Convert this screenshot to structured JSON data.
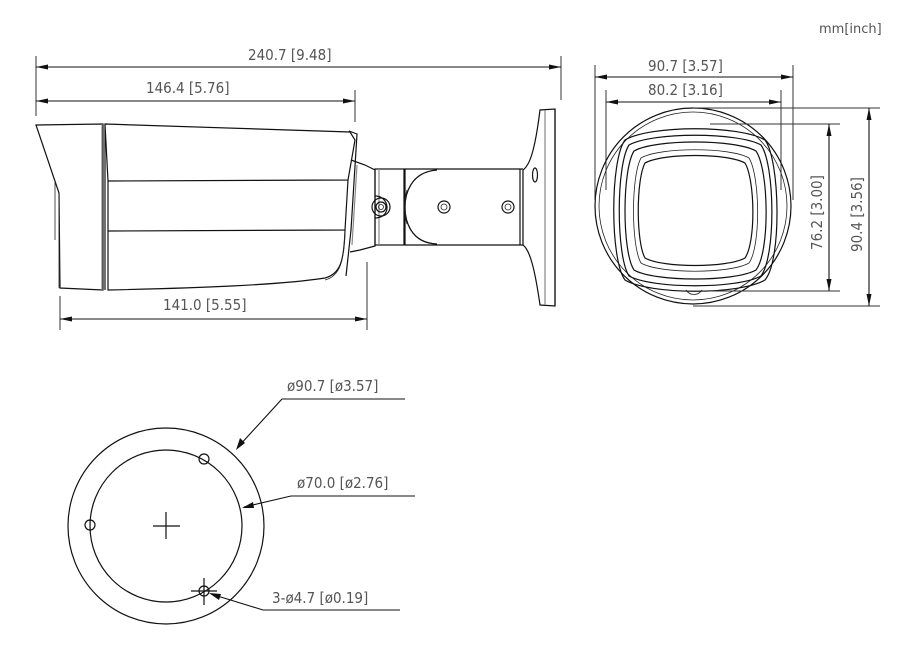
{
  "units_label": "mm[inch]",
  "side_view": {
    "overall_length": "240.7 [9.48]",
    "housing_length": "146.4 [5.76]",
    "body_length": "141.0 [5.55]"
  },
  "front_view": {
    "outer_width": "90.7 [3.57]",
    "inner_width": "80.2 [3.16]",
    "inner_height": "76.2 [3.00]",
    "outer_height": "90.4 [3.56]"
  },
  "base_view": {
    "outer_diameter": "ø90.7 [ø3.57]",
    "bolt_circle_diameter": "ø70.0 [ø2.76]",
    "mount_holes": "3-ø4.7 [ø0.19]"
  }
}
